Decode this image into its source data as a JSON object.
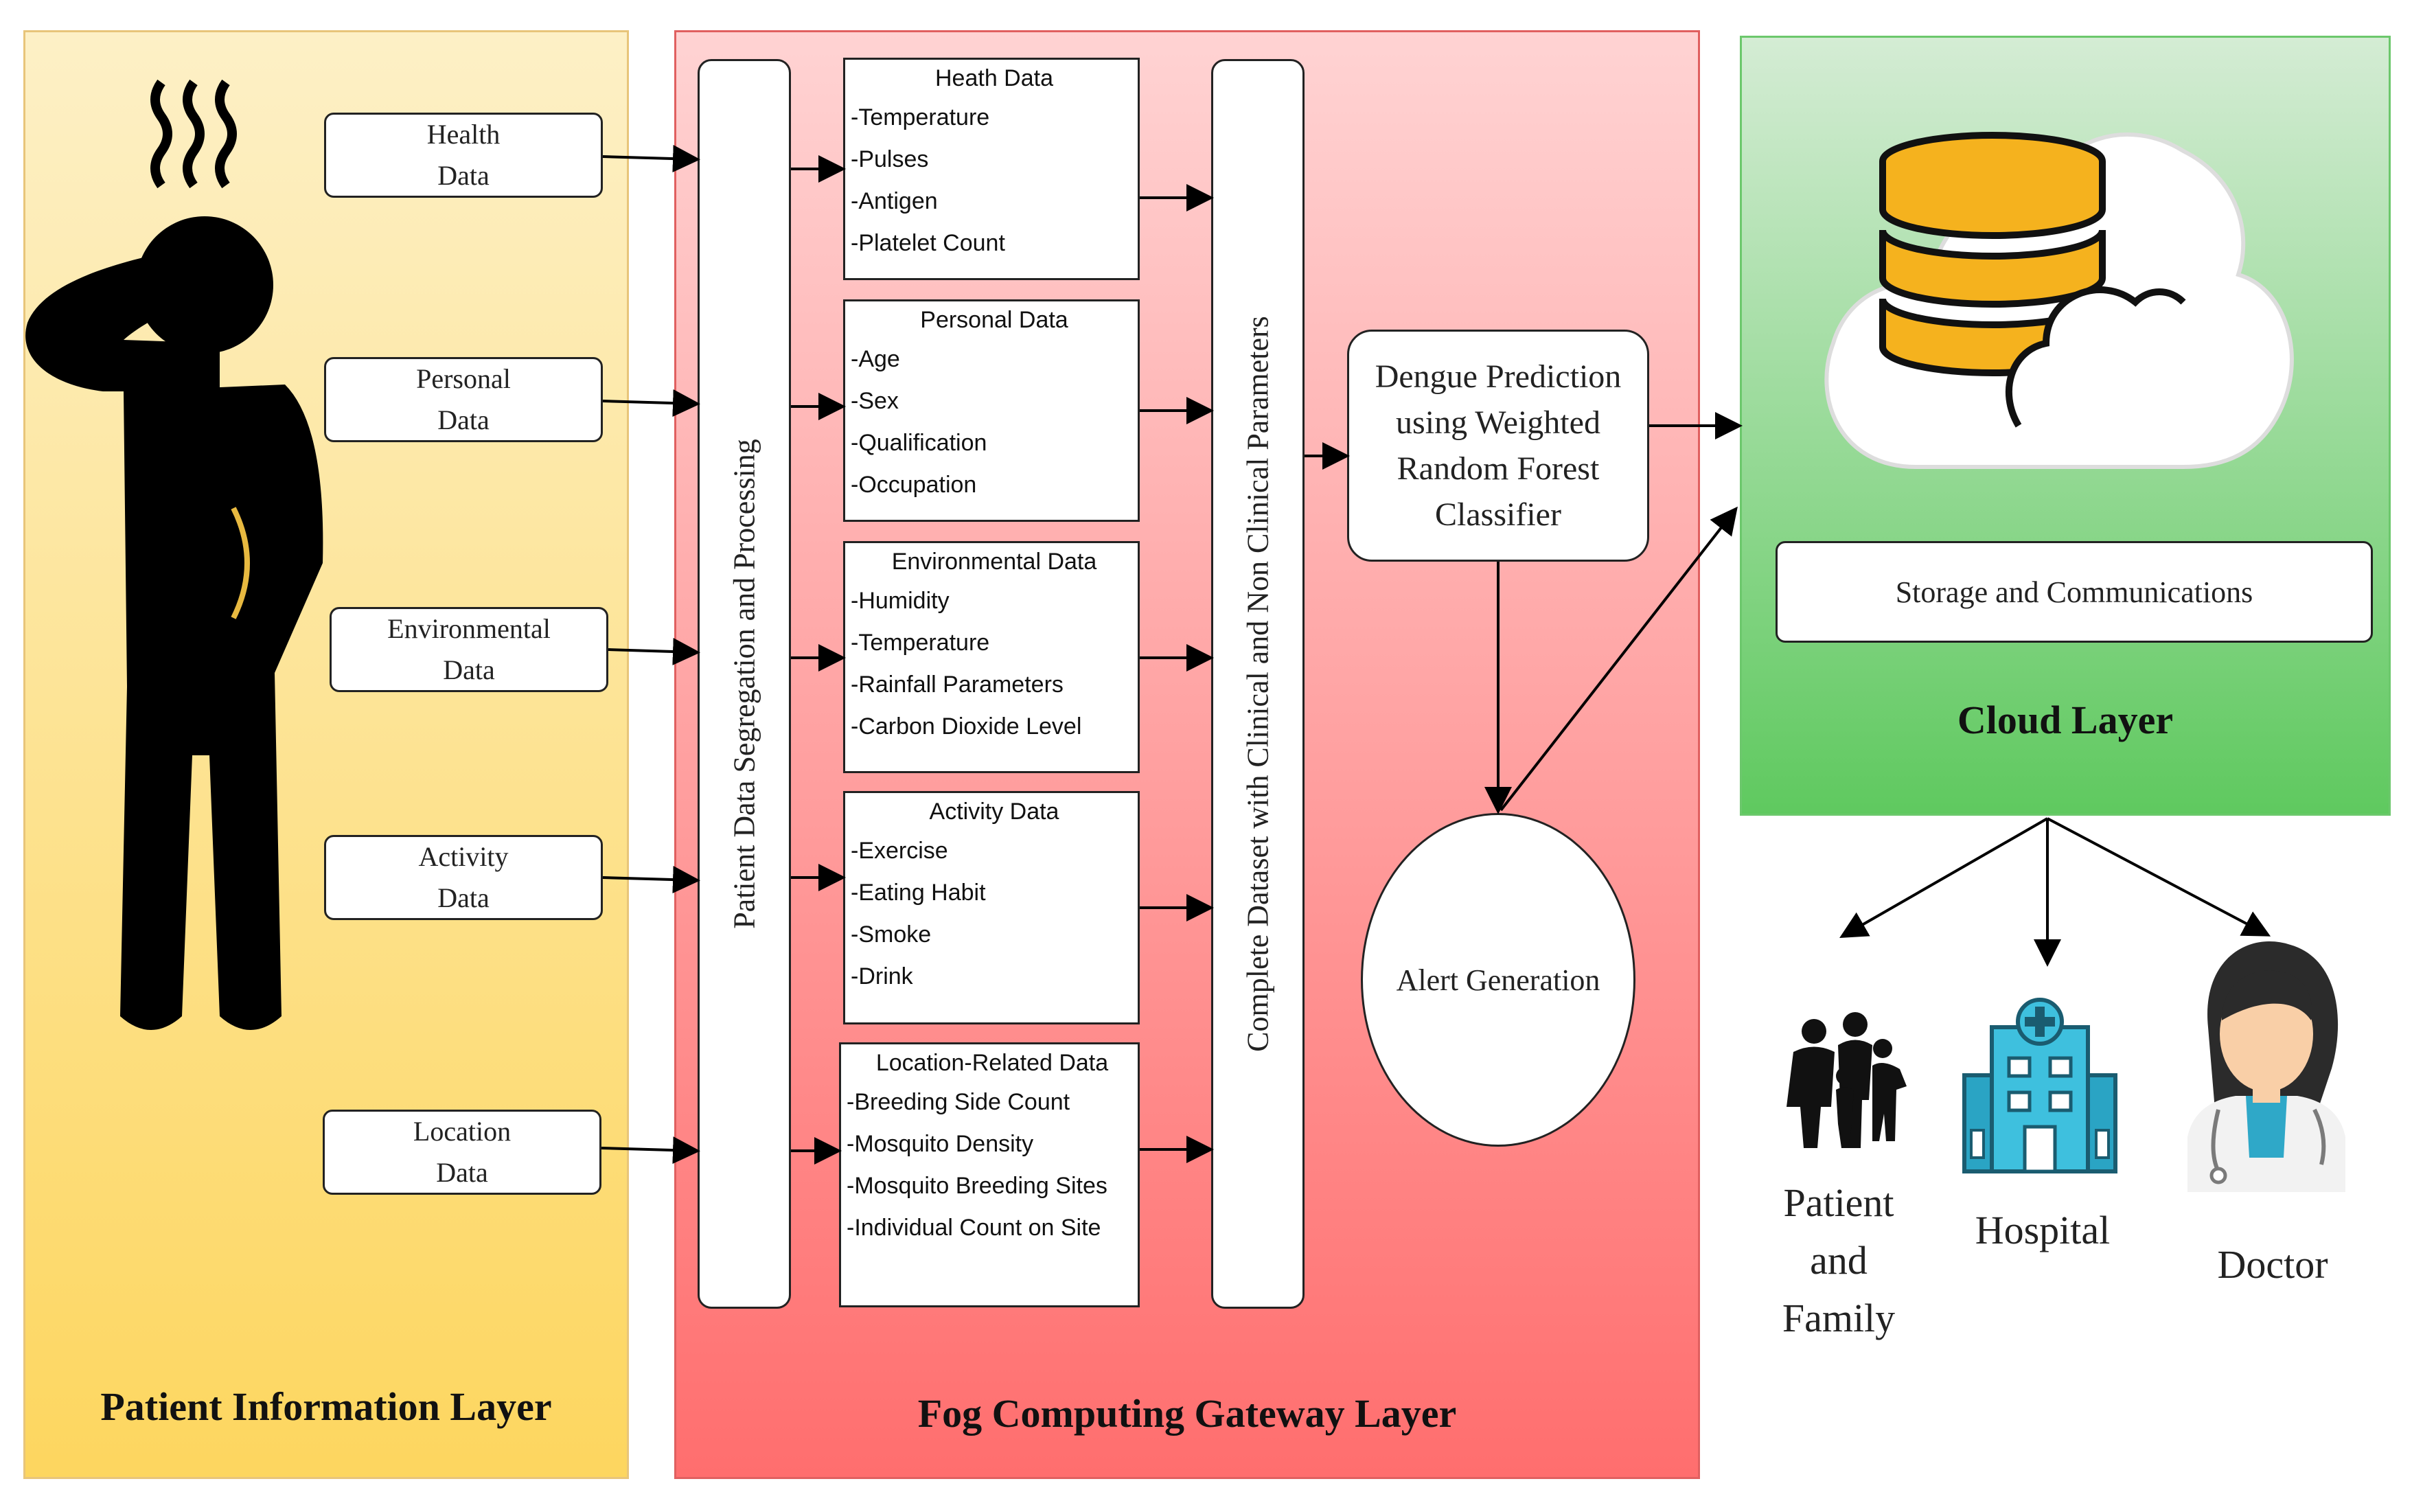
{
  "layers": {
    "patient": "Patient Information Layer",
    "fog": "Fog Computing Gateway Layer",
    "cloud": "Cloud Layer"
  },
  "inputs": [
    "Health\nData",
    "Personal\nData",
    "Environmental\nData",
    "Activity\nData",
    "Location\nData"
  ],
  "segregation_label": "Patient Data Segregation and Processing",
  "data_boxes": [
    {
      "title": "Heath Data",
      "items": [
        "-Temperature",
        "-Pulses",
        "-Antigen",
        "-Platelet Count"
      ]
    },
    {
      "title": "Personal Data",
      "items": [
        "-Age",
        "-Sex",
        "-Qualification",
        "-Occupation"
      ]
    },
    {
      "title": "Environmental Data",
      "items": [
        "-Humidity",
        "-Temperature",
        "-Rainfall Parameters",
        "-Carbon Dioxide Level"
      ]
    },
    {
      "title": "Activity Data",
      "items": [
        "-Exercise",
        "-Eating Habit",
        "-Smoke",
        "-Drink"
      ]
    },
    {
      "title": "Location-Related Data",
      "items": [
        "-Breeding Side Count",
        "-Mosquito Density",
        "-Mosquito Breeding Sites",
        "-Individual Count on Site"
      ]
    }
  ],
  "dataset_label": "Complete Dataset with Clinical and Non Clinical Parameters",
  "prediction": "Dengue Prediction\nusing Weighted\nRandom Forest\nClassifier",
  "alert": "Alert Generation",
  "storage": "Storage and Communications",
  "entities": {
    "family": "Patient\nand\nFamily",
    "hospital": "Hospital",
    "doctor": "Doctor"
  },
  "colors": {
    "patient_layer": "#fdd65f",
    "fog_layer": "#ff6e6e",
    "cloud_layer": "#5fc95f",
    "database": "#f5b21e",
    "hospital": "#2aa4c4"
  }
}
